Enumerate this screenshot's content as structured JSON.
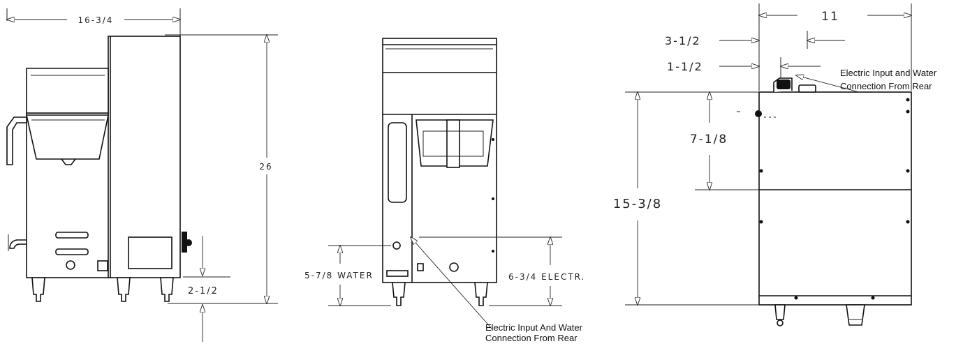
{
  "side_view": {
    "width_dim": "16-3/4",
    "height_dim": "26",
    "foot_dim": "2-1/2"
  },
  "front_view": {
    "water_dim": "5-7/8 WATER",
    "electric_dim": "6-3/4 ELECTR.",
    "callout_line1": "Electric Input And Water",
    "callout_line2": "Connection From Rear"
  },
  "top_view": {
    "width_dim": "11",
    "offset_dim_1": "3-1/2",
    "offset_dim_2": "1-1/2",
    "upper_depth_dim": "7-1/8",
    "depth_dim": "15-3/8",
    "callout_line1": "Electric Input and Water",
    "callout_line2": "Connection From Rear"
  }
}
